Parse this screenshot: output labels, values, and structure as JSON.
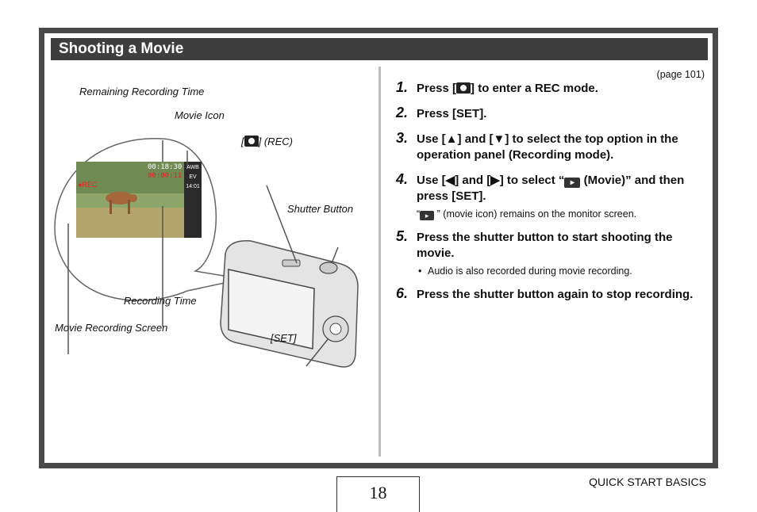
{
  "header": {
    "title": "Shooting a Movie"
  },
  "page_ref": "(page 101)",
  "illustration": {
    "labels": {
      "remaining_time": "Remaining Recording Time",
      "movie_icon": "Movie Icon",
      "rec_suffix": "] (REC)",
      "rec_prefix": "[",
      "shutter": "Shutter Button",
      "recording_time": "Recording Time",
      "movie_screen": "Movie Recording Screen",
      "set": "[SET]"
    },
    "screen": {
      "time": "00:18:30",
      "rec_time": "00:00:11",
      "rec": "●REC",
      "side_icons": [
        "",
        "",
        "",
        "",
        "AWB",
        "EV",
        "14:01"
      ]
    }
  },
  "steps": [
    {
      "num": "1.",
      "text_a": "Press [",
      "text_b": "] to enter a REC mode."
    },
    {
      "num": "2.",
      "text": "Press [SET]."
    },
    {
      "num": "3.",
      "text": "Use [▲] and [▼] to select the top option in the operation panel (Recording mode)."
    },
    {
      "num": "4.",
      "text_a": "Use [◀] and [▶] to select “",
      "text_b": " (Movie)” and then press [SET].",
      "note_a": "“",
      "note_b": " ” (movie icon) remains on the monitor screen."
    },
    {
      "num": "5.",
      "text": "Press the shutter button to start shooting the movie.",
      "bullet": "Audio is also recorded during movie recording."
    },
    {
      "num": "6.",
      "text": "Press the shutter button again to stop recording."
    }
  ],
  "icons": {
    "camera": "camera-icon",
    "movie": "movie-icon"
  },
  "footer": {
    "page_number": "18",
    "section": "QUICK START BASICS"
  }
}
